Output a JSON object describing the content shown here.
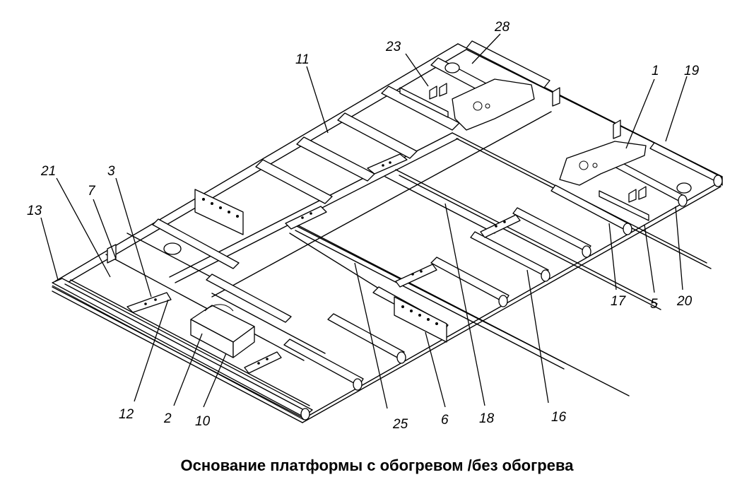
{
  "caption": "Основание платформы с обогревом /без обогрева",
  "callouts": [
    "28",
    "23",
    "11",
    "1",
    "19",
    "21",
    "3",
    "7",
    "13",
    "17",
    "5",
    "20",
    "12",
    "2",
    "10",
    "25",
    "6",
    "18",
    "16"
  ]
}
